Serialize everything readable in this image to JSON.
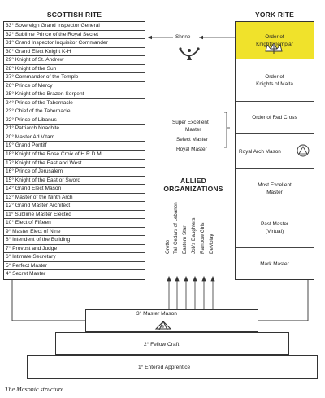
{
  "scottish_rite": {
    "title": "SCOTTISH RITE",
    "degrees": [
      "33° Sovereign Grand Inspector General",
      "32° Sublime Prince of the Royal Secret",
      "31° Grand Inspector Inquisitor Commander",
      "30° Grand Elect Knight K-H",
      "29° Knight of St. Andrew",
      "28° Knight of the Sun",
      "27° Commander of the Temple",
      "26° Prince of Mercy",
      "25° Knight of the Brazen Serpent",
      "24° Prince of the Tabernacle",
      "23° Chief of the Tabernacle",
      "22° Prince of Libanus",
      "21° Patriarch Noachite",
      "20° Master Ad Vitam",
      "19° Grand Pontiff",
      "18° Knight of the Rose Croix of H.R.D.M.",
      "17° Knight of the East and West",
      "16° Prince of Jerusalem",
      "15° Knight of the East or Sword",
      "14° Grand Elect Mason",
      "13° Master of the Ninth Arch",
      "12° Grand Master Architect",
      "11° Sublime Master Elected",
      "10° Elect of Fifteen",
      "9° Master Elect of Nine",
      "8° Intendent of the Building",
      "7° Provost and Judge",
      "6° Intimate Secretary",
      "5° Perfect Master",
      "4° Secret Master"
    ]
  },
  "york_rite": {
    "title": "YORK RITE",
    "degrees": [
      "Order of\nKnights Templar",
      "Order of\nKnights of Malta",
      "Order of Red Cross",
      "Royal Arch Mason",
      "Most Excellent\nMaster",
      "Past Master\n(Virtual)",
      "Mark Master"
    ],
    "cryptic": [
      "Super Excellent",
      "Master",
      "Select Master",
      "Royal Master"
    ],
    "colors": {
      "templar_highlight": "#f0e22b"
    }
  },
  "shrine": {
    "label": "Shrine"
  },
  "allied": {
    "title": "ALLIED\nORGANIZATIONS",
    "items": [
      "Grotto",
      "Tall Cedars of Lebanon",
      "Eastern Star",
      "Job's Daughters",
      "Rainbow Girls",
      "DeMolay"
    ]
  },
  "blue_lodge": {
    "degrees": [
      "3° Master Mason",
      "2° Fellow Craft",
      "1° Entered Apprentice"
    ]
  },
  "caption": "The Masonic structure."
}
